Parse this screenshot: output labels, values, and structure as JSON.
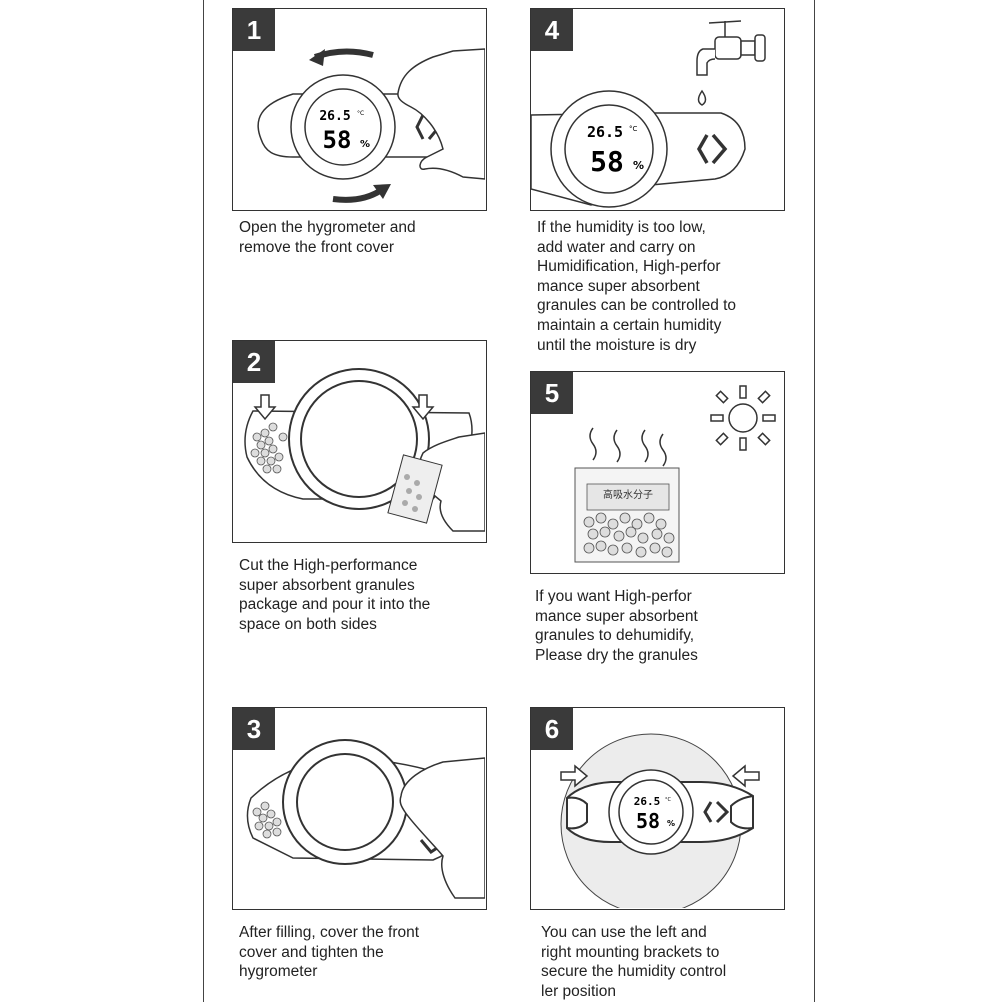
{
  "steps": [
    {
      "number": "1",
      "caption": "Open the hygrometer and\nremove the front cover"
    },
    {
      "number": "2",
      "caption": "Cut the High-performance\nsuper absorbent granules\npackage and pour it into the\nspace on both sides"
    },
    {
      "number": "3",
      "caption": "After filling, cover the front\ncover and tighten the\nhygrometer"
    },
    {
      "number": "4",
      "caption": "If the humidity is too low,\nadd water and carry on\nHumidification, High-perfor\nmance super absorbent\ngranules can be controlled to\nmaintain a certain humidity\nuntil the moisture is dry"
    },
    {
      "number": "5",
      "caption": "If you want High-perfor\nmance super absorbent\ngranules to dehumidify,\nPlease dry the granules"
    },
    {
      "number": "6",
      "caption": "You can use the left and\nright mounting brackets to\nsecure the humidity control\nler position"
    }
  ],
  "display": {
    "temperature": "26.5",
    "temperature_unit": "°C",
    "humidity": "58",
    "humidity_unit": "%"
  },
  "package_label": "高吸水分子",
  "icons": [
    "rotate-arrows-icon",
    "hand-icon",
    "water-tap-icon",
    "water-drop-icon",
    "sun-icon",
    "steam-icon",
    "down-arrow-icon",
    "recycle-icon",
    "mounting-arrow-icon"
  ]
}
